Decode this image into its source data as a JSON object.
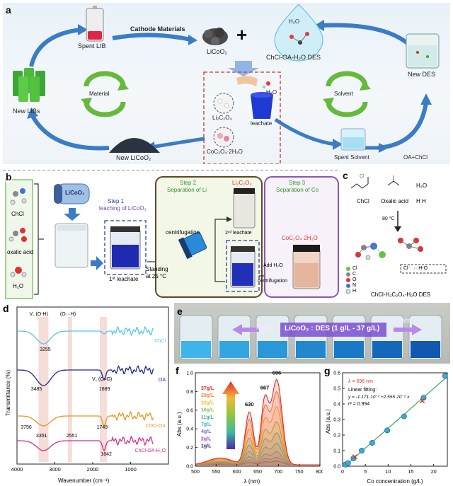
{
  "panel_a": {
    "label": "a",
    "spent_lib": "Spent LIB",
    "cathode_materials": "Cathode Materials",
    "licoo2": "LiCoO₂",
    "plus": "+",
    "des_formula": "H₂O",
    "des_name": "ChCl-OA-H₂O DES",
    "new_des": "New DES",
    "new_libs": "New LIBs",
    "material_cycle": "Material",
    "solvent_cycle": "Solvent",
    "h2o": "H₂O",
    "li2c2o4": "Li₂C₂O₄",
    "leachate": "leachate",
    "coc2o4": "CoC₂O₄·2H₂O",
    "new_licoo2": "New LiCoO₂",
    "spent_solvent": "Spent Solvent",
    "oa_chcl": "OA+ChCl"
  },
  "panel_b": {
    "label": "b",
    "chcl": "ChCl",
    "oxalic_acid": "oxalic acid",
    "h2o": "H₂O",
    "licoo2": "LiCoO₂",
    "step1_title": "Step 1",
    "step1_sub": "leaching of LiCoO₂",
    "first_leachate": "1ˢᵗ leachate",
    "standing": "Standing",
    "at_temp": "at 25 °C",
    "step2_title": "Step 2",
    "step2_sub": "Separation of Li",
    "li2c2o4": "Li₂C₂O₄",
    "centrifugation": "centrifugation",
    "second_leachate": "2ⁿᵈ leachate",
    "step3_title": "Step 3",
    "step3_sub": "Separation of Co",
    "coc2o4": "CoC₂O₄·2H₂O",
    "add_h2o": "Add H₂O",
    "centrifugation2": "centrifugation"
  },
  "panel_c": {
    "label": "c",
    "chcl": "ChCl",
    "oxalic_acid": "Oxalic acid",
    "h2o": "H₂O",
    "h2o_formula": "H  H",
    "temp": "80 °C",
    "cl_tag": "Cl",
    "hbond": "Cl⁻ ··· H-O",
    "legend_cl": "Cl",
    "legend_c": "C",
    "legend_o": "O",
    "legend_n": "N",
    "legend_h": "H",
    "des_name": "ChCl-H₂C₂O₄-H₂O DES"
  },
  "panel_e": {
    "label": "e",
    "lower": "lower",
    "ratio": "LiCoO₂ : DES (1 g/L - 37 g/L)",
    "higher": "higger"
  },
  "chart_data": [
    {
      "panel": "d",
      "type": "line",
      "xlabel": "Wavenumber (cm⁻¹)",
      "ylabel": "Transmittance (%)",
      "xlim": [
        4000,
        0
      ],
      "x_ticks": [
        4000,
        3000,
        2000,
        1000
      ],
      "series": [
        {
          "name": "ChCl",
          "color": "#55c6e6"
        },
        {
          "name": "OA",
          "color": "#1f2a8c"
        },
        {
          "name": "ChCl-OA",
          "color": "#e8961e"
        },
        {
          "name": "ChCl-OA-H₂O",
          "color": "#d62c8c"
        }
      ],
      "band_annotations": [
        "V꜀ (O-H)",
        "(O···H)",
        "V꜀ (C=O)"
      ],
      "peak_labels": [
        "3255",
        "3485",
        "1689",
        "3756",
        "3351",
        "2551",
        "1749",
        "1642"
      ]
    },
    {
      "panel": "f",
      "type": "line",
      "xlabel": "λ (nm)",
      "ylabel": "Abs (a.u.)",
      "xlim": [
        500,
        800
      ],
      "ylim": [
        0,
        1.0
      ],
      "x_ticks": [
        500,
        550,
        600,
        650,
        700,
        750,
        800
      ],
      "y_ticks": [
        0.0,
        0.2,
        0.4,
        0.6,
        0.8,
        1.0
      ],
      "peak_labels": [
        "630",
        "667",
        "696"
      ],
      "series": [
        {
          "name": "37g/L",
          "color": "#e52a2a",
          "peak": 0.91
        },
        {
          "name": "29g/L",
          "color": "#f28a3a",
          "peak": 0.78
        },
        {
          "name": "22g/L",
          "color": "#f0b93a",
          "peak": 0.62
        },
        {
          "name": "16g/L",
          "color": "#8dc63f",
          "peak": 0.46
        },
        {
          "name": "11g/L",
          "color": "#3fb8a0",
          "peak": 0.34
        },
        {
          "name": "7g/L",
          "color": "#4aa8e0",
          "peak": 0.23
        },
        {
          "name": "4g/L",
          "color": "#7f6ad0",
          "peak": 0.14
        },
        {
          "name": "2g/L",
          "color": "#a14cc4",
          "peak": 0.08
        },
        {
          "name": "1g/L",
          "color": "#3a2a6a",
          "peak": 0.04
        }
      ]
    },
    {
      "panel": "g",
      "type": "scatter",
      "xlabel": "Co concentration (g/L)",
      "ylabel": "Abs (a.u.)",
      "xlim": [
        0,
        23
      ],
      "ylim": [
        0,
        0.6
      ],
      "x_ticks": [
        0,
        5,
        10,
        15,
        20
      ],
      "y_ticks": [
        0.0,
        0.1,
        0.2,
        0.3,
        0.4,
        0.5,
        0.6
      ],
      "wavelength_label": "λ = 696 nm",
      "fit_title": "Linear fitting:",
      "fit_equation": "y = -1.171·10⁻² +2.555·10⁻²·x",
      "r2": "r² = 0.994",
      "x": [
        0.6,
        1.2,
        2.4,
        4.2,
        6.5,
        9.8,
        13.5,
        17.8,
        22.5
      ],
      "y": [
        0.01,
        0.02,
        0.05,
        0.1,
        0.15,
        0.23,
        0.32,
        0.44,
        0.58
      ],
      "outliers_x": [
        2.7,
        17.5
      ],
      "outliers_y": [
        0.06,
        0.42
      ]
    }
  ],
  "colors": {
    "cycle_green": "#67b93c",
    "arrow_blue": "#3b7cc4",
    "step2_border": "#5b4a22",
    "step3_border": "#8a56b8",
    "dashed_red": "#c0392b"
  }
}
